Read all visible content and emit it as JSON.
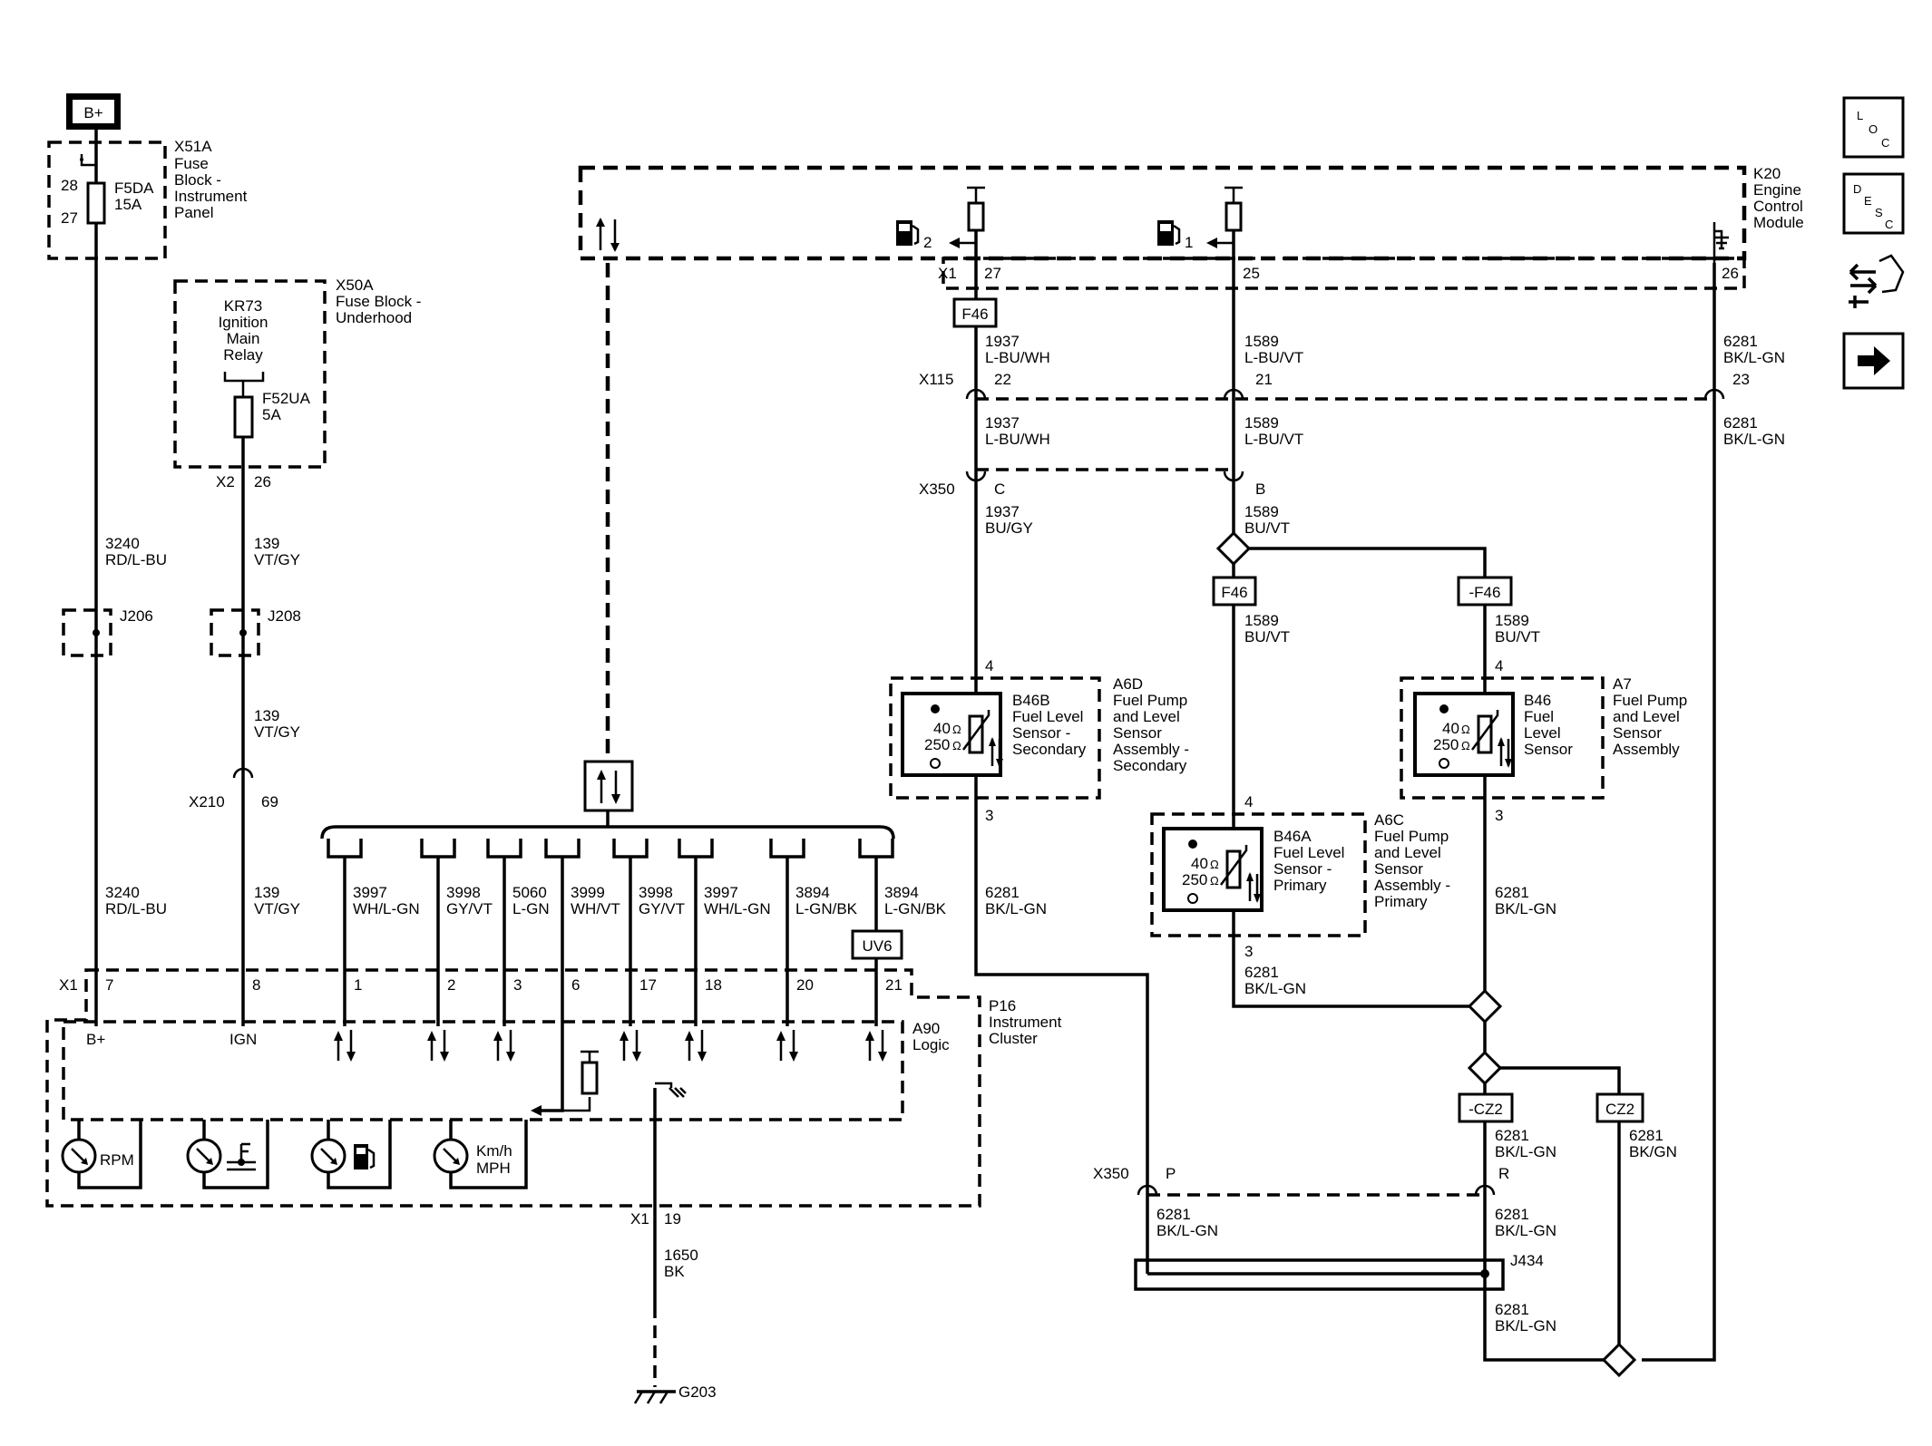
{
  "power": {
    "b_plus": "B+"
  },
  "fuse_block_ip": {
    "id": "X51A",
    "name": "Fuse\nBlock -\nInstrument\nPanel",
    "pin_top": "28",
    "pin_bottom": "27",
    "fuse_id": "F5DA",
    "fuse_rating": "15A"
  },
  "fuse_block_uh": {
    "id": "X50A",
    "name": "Fuse Block -\nUnderhood",
    "relay": "KR73\nIgnition\nMain\nRelay",
    "fuse_id": "F52UA",
    "fuse_rating": "5A",
    "connector": "X2",
    "pin": "26"
  },
  "ecm": {
    "id": "K20",
    "name": "Engine\nControl\nModule",
    "connector": "X1",
    "pins": [
      "27",
      "25",
      "26"
    ],
    "fuel_sym_a": "2",
    "fuel_sym_b": "1"
  },
  "nav": {
    "loc_l": "L",
    "loc_o": "O",
    "loc_c": "C",
    "desc_d": "D",
    "desc_e": "E",
    "desc_s": "S",
    "desc_c": "C",
    "loc_icon": "loc-icon",
    "desc_icon": "desc-icon",
    "connector_icon": "connector-wrench-icon",
    "next_icon": "arrow-right-icon"
  },
  "wires": {
    "w3240": {
      "circuit": "3240",
      "color": "RD/L-BU"
    },
    "w139": {
      "circuit": "139",
      "color": "VT/GY"
    },
    "w1937a": {
      "circuit": "1937",
      "color": "L-BU/WH"
    },
    "w1937b": {
      "circuit": "1937",
      "color": "BU/GY"
    },
    "w1589a": {
      "circuit": "1589",
      "color": "L-BU/VT"
    },
    "w1589b": {
      "circuit": "1589",
      "color": "BU/VT"
    },
    "w6281": {
      "circuit": "6281",
      "color": "BK/L-GN"
    },
    "w6281gn": {
      "circuit": "6281",
      "color": "BK/GN"
    },
    "w1650": {
      "circuit": "1650",
      "color": "BK"
    },
    "bus": [
      {
        "circuit": "3997",
        "color": "WH/L-GN"
      },
      {
        "circuit": "3998",
        "color": "GY/VT"
      },
      {
        "circuit": "5060",
        "color": "L-GN"
      },
      {
        "circuit": "3999",
        "color": "WH/VT"
      },
      {
        "circuit": "3998",
        "color": "GY/VT"
      },
      {
        "circuit": "3997",
        "color": "WH/L-GN"
      },
      {
        "circuit": "3894",
        "color": "L-GN/BK"
      },
      {
        "circuit": "3894",
        "color": "L-GN/BK"
      }
    ]
  },
  "splices": {
    "j206": "J206",
    "j208": "J208",
    "j434": "J434"
  },
  "connectors": {
    "x210": {
      "id": "X210",
      "pin": "69"
    },
    "x115": {
      "id": "X115",
      "pins": [
        "22",
        "21",
        "23"
      ]
    },
    "x350_top": {
      "id": "X350",
      "pins": [
        "C",
        "B"
      ]
    },
    "x350_bottom": {
      "id": "X350",
      "pins": [
        "P",
        "R"
      ]
    }
  },
  "options": {
    "f46": "F46",
    "not_f46": "-F46",
    "cz2": "CZ2",
    "not_cz2": "-CZ2",
    "uv6": "UV6"
  },
  "sensors": {
    "secondary": {
      "assembly_id": "A6D",
      "assembly_name": "Fuel Pump\nand Level\nSensor\nAssembly -\nSecondary",
      "sensor_id": "B46B",
      "sensor_name": "Fuel Level\nSensor -\nSecondary",
      "pin_top": "4",
      "pin_bottom": "3"
    },
    "primary": {
      "assembly_id": "A6C",
      "assembly_name": "Fuel Pump\nand Level\nSensor\nAssembly -\nPrimary",
      "sensor_id": "B46A",
      "sensor_name": "Fuel Level\nSensor -\nPrimary",
      "pin_top": "4",
      "pin_bottom": "3"
    },
    "single": {
      "assembly_id": "A7",
      "assembly_name": "Fuel Pump\nand Level\nSensor\nAssembly",
      "sensor_id": "B46",
      "sensor_name": "Fuel\nLevel\nSensor",
      "pin_top": "4",
      "pin_bottom": "3"
    },
    "r_low": "40",
    "r_high": "250",
    "ohm": "Ω"
  },
  "cluster": {
    "id": "P16",
    "name": "Instrument\nCluster",
    "logic_id": "A90",
    "logic_name": "Logic",
    "connector": "X1",
    "pins": [
      "7",
      "8",
      "1",
      "2",
      "3",
      "6",
      "17",
      "18",
      "20",
      "21"
    ],
    "bplus_label": "B+",
    "ign_label": "IGN",
    "gauges": {
      "rpm": "RPM",
      "kmh": "Km/h",
      "mph": "MPH"
    },
    "ground_pin": "19"
  },
  "ground": {
    "id": "G203"
  }
}
